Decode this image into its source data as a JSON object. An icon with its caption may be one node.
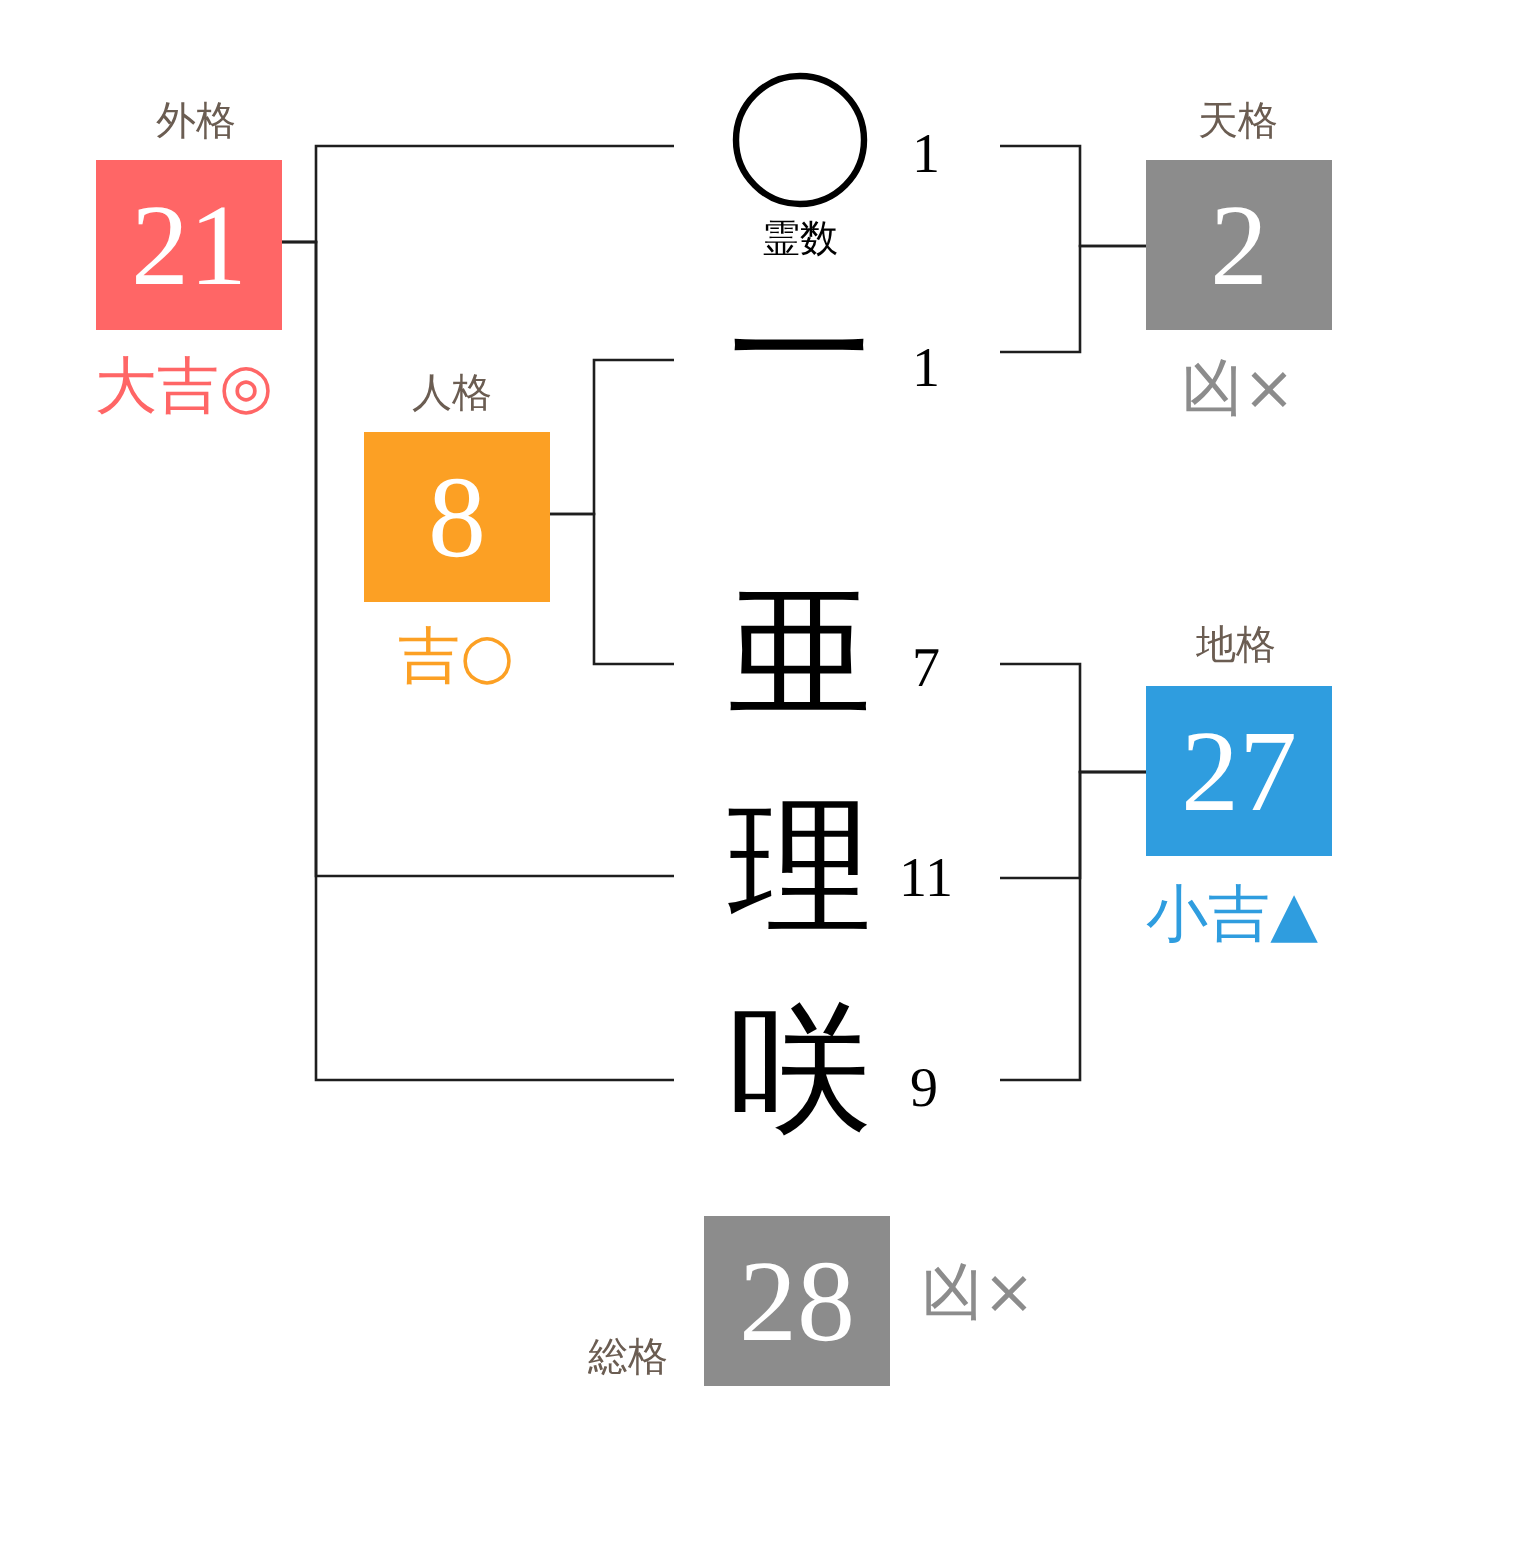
{
  "diagram": {
    "nodes": [
      {
        "text": [
          "外格",
          "21"
        ],
        "beside": [
          "大吉◎"
        ]
      },
      {
        "text": [],
        "shape": "circle",
        "beside": [
          "霊数",
          "1"
        ]
      },
      {
        "text": [
          "天格",
          "2"
        ],
        "beside": [
          "凶×"
        ]
      },
      {
        "text": [
          "一"
        ],
        "beside": [
          "1"
        ]
      },
      {
        "text": [
          "人格",
          "8"
        ],
        "beside": [
          "吉○"
        ]
      },
      {
        "text": [
          "亜"
        ],
        "beside": [
          "7"
        ]
      },
      {
        "text": [
          "地格",
          "27"
        ],
        "beside": [
          "小吉▲"
        ]
      },
      {
        "text": [
          "理"
        ],
        "beside": [
          "11"
        ]
      },
      {
        "text": [
          "咲"
        ],
        "beside": [
          "9"
        ]
      },
      {
        "text": [
          "総格",
          "28"
        ],
        "beside": [
          "凶×"
        ]
      }
    ],
    "edges": [
      {
        "from": 1,
        "to": 0,
        "arrow": "none"
      },
      {
        "from": 7,
        "to": 0,
        "arrow": "none"
      },
      {
        "from": 8,
        "to": 0,
        "arrow": "none"
      },
      {
        "from": 1,
        "to": 2,
        "arrow": "none"
      },
      {
        "from": 3,
        "to": 2,
        "arrow": "none"
      },
      {
        "from": 3,
        "to": 4,
        "arrow": "none"
      },
      {
        "from": 5,
        "to": 4,
        "arrow": "none"
      },
      {
        "from": 5,
        "to": 6,
        "arrow": "none"
      },
      {
        "from": 7,
        "to": 6,
        "arrow": "none"
      },
      {
        "from": 8,
        "to": 6,
        "arrow": "none"
      }
    ]
  }
}
